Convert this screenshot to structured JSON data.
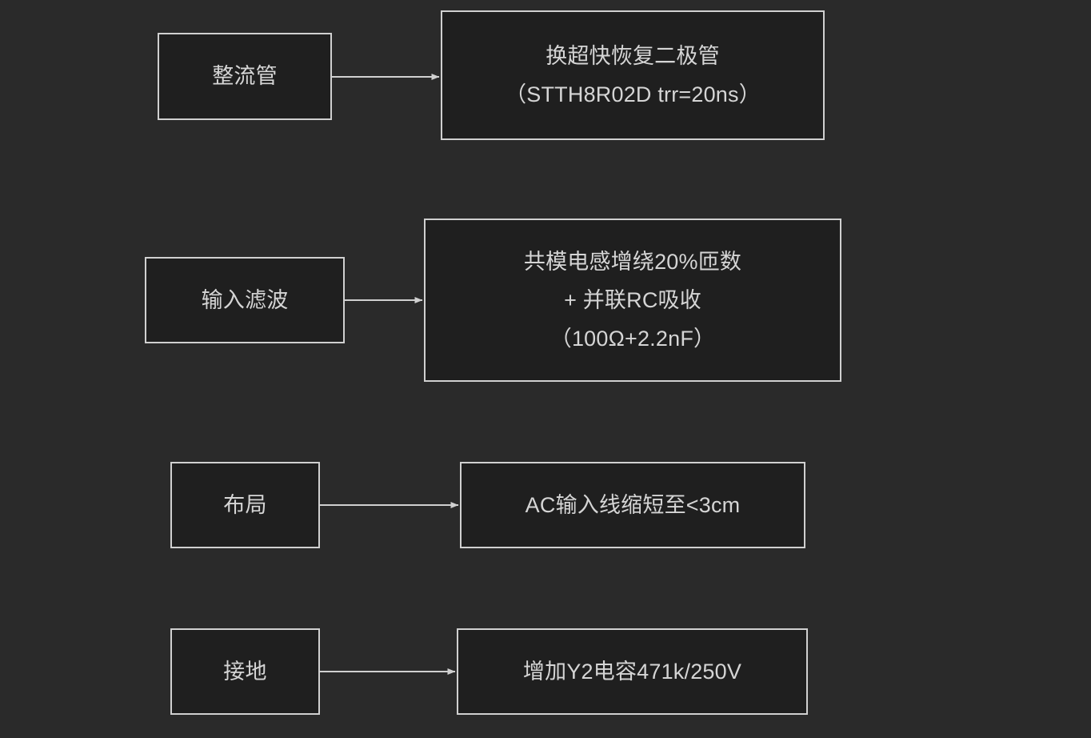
{
  "diagram": {
    "type": "flowchart",
    "orientation": "left-to-right",
    "background_color": "#2a2a2a",
    "node_fill_color": "#1f1f1f",
    "node_border_color": "#d0d0d0",
    "text_color": "#d5d5d5",
    "edge_color": "#d0d0d0",
    "rows": [
      {
        "source": {
          "label": "整流管"
        },
        "target": {
          "lines": [
            "换超快恢复二极管",
            "（STTH8R02D trr=20ns）"
          ],
          "text": "换超快恢复二极管\n（STTH8R02D trr=20ns）"
        },
        "edge": {
          "arrow": "triangle",
          "direction": "right"
        }
      },
      {
        "source": {
          "label": "输入滤波"
        },
        "target": {
          "lines": [
            "共模电感增绕20%匝数",
            "+ 并联RC吸收",
            "（100Ω+2.2nF）"
          ],
          "text": "共模电感增绕20%匝数\n+ 并联RC吸收\n（100Ω+2.2nF）"
        },
        "edge": {
          "arrow": "triangle",
          "direction": "right"
        }
      },
      {
        "source": {
          "label": "布局"
        },
        "target": {
          "lines": [
            "AC输入线缩短至<3cm"
          ],
          "text": "AC输入线缩短至<3cm"
        },
        "edge": {
          "arrow": "triangle",
          "direction": "right"
        }
      },
      {
        "source": {
          "label": "接地"
        },
        "target": {
          "lines": [
            "增加Y2电容471k/250V"
          ],
          "text": "增加Y2电容471k/250V"
        },
        "edge": {
          "arrow": "triangle",
          "direction": "right"
        }
      }
    ]
  }
}
